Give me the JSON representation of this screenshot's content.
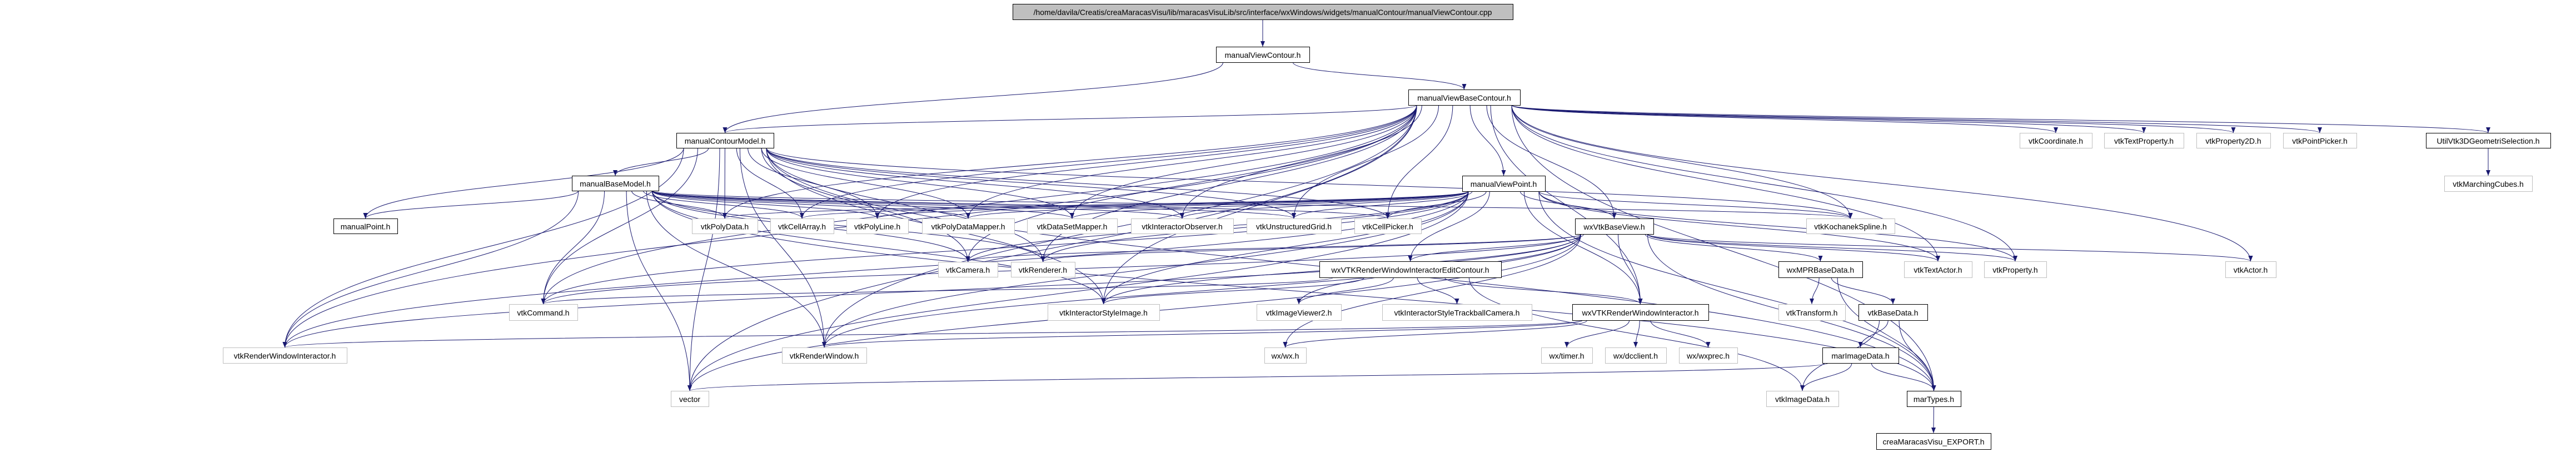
{
  "colors": {
    "edge": "#191970",
    "root_fill": "#bfbfbf",
    "external_border": "#bfbfbf",
    "documented_border": "#000000"
  },
  "nodes": [
    {
      "id": "root",
      "label": "/home/davila/Creatis/creaMaracasVisu/lib/maracasVisuLib/src/interface/wxWindows/widgets/manualContour/manualViewContour.cpp",
      "kind": "root"
    },
    {
      "id": "mvc",
      "label": "manualViewContour.h",
      "kind": "doc"
    },
    {
      "id": "mvbc",
      "label": "manualViewBaseContour.h",
      "kind": "doc"
    },
    {
      "id": "mcm",
      "label": "manualContourModel.h",
      "kind": "doc"
    },
    {
      "id": "mbm",
      "label": "manualBaseModel.h",
      "kind": "doc"
    },
    {
      "id": "mp",
      "label": "manualPoint.h",
      "kind": "doc"
    },
    {
      "id": "mvp",
      "label": "manualViewPoint.h",
      "kind": "doc"
    },
    {
      "id": "polydata",
      "label": "vtkPolyData.h",
      "kind": "ext"
    },
    {
      "id": "cellarray",
      "label": "vtkCellArray.h",
      "kind": "ext"
    },
    {
      "id": "polyline",
      "label": "vtkPolyLine.h",
      "kind": "ext"
    },
    {
      "id": "pdmapper",
      "label": "vtkPolyDataMapper.h",
      "kind": "ext"
    },
    {
      "id": "dsmapper",
      "label": "vtkDataSetMapper.h",
      "kind": "ext"
    },
    {
      "id": "intobs",
      "label": "vtkInteractorObserver.h",
      "kind": "ext"
    },
    {
      "id": "ugrid",
      "label": "vtkUnstructuredGrid.h",
      "kind": "ext"
    },
    {
      "id": "cellpicker",
      "label": "vtkCellPicker.h",
      "kind": "ext"
    },
    {
      "id": "wxvbv",
      "label": "wxVtkBaseView.h",
      "kind": "doc"
    },
    {
      "id": "kspline",
      "label": "vtkKochanekSpline.h",
      "kind": "ext"
    },
    {
      "id": "coord",
      "label": "vtkCoordinate.h",
      "kind": "ext"
    },
    {
      "id": "textprop",
      "label": "vtkTextProperty.h",
      "kind": "ext"
    },
    {
      "id": "prop2d",
      "label": "vtkProperty2D.h",
      "kind": "ext"
    },
    {
      "id": "pointpicker",
      "label": "vtkPointPicker.h",
      "kind": "ext"
    },
    {
      "id": "util",
      "label": "UtilVtk3DGeometriSelection.h",
      "kind": "doc"
    },
    {
      "id": "marching",
      "label": "vtkMarchingCubes.h",
      "kind": "ext"
    },
    {
      "id": "camera",
      "label": "vtkCamera.h",
      "kind": "ext"
    },
    {
      "id": "renderer",
      "label": "vtkRenderer.h",
      "kind": "ext"
    },
    {
      "id": "rwiedit",
      "label": "wxVTKRenderWindowInteractorEditContour.h",
      "kind": "doc"
    },
    {
      "id": "wxmpr",
      "label": "wxMPRBaseData.h",
      "kind": "doc"
    },
    {
      "id": "textactor",
      "label": "vtkTextActor.h",
      "kind": "ext"
    },
    {
      "id": "property",
      "label": "vtkProperty.h",
      "kind": "ext"
    },
    {
      "id": "actor",
      "label": "vtkActor.h",
      "kind": "ext"
    },
    {
      "id": "command",
      "label": "vtkCommand.h",
      "kind": "ext"
    },
    {
      "id": "istyleimage",
      "label": "vtkInteractorStyleImage.h",
      "kind": "ext"
    },
    {
      "id": "imageviewer2",
      "label": "vtkImageViewer2.h",
      "kind": "ext"
    },
    {
      "id": "trackball",
      "label": "vtkInteractorStyleTrackballCamera.h",
      "kind": "ext"
    },
    {
      "id": "wxrwi",
      "label": "wxVTKRenderWindowInteractor.h",
      "kind": "doc"
    },
    {
      "id": "transform",
      "label": "vtkTransform.h",
      "kind": "ext"
    },
    {
      "id": "basedata",
      "label": "vtkBaseData.h",
      "kind": "doc"
    },
    {
      "id": "vrwi",
      "label": "vtkRenderWindowInteractor.h",
      "kind": "ext"
    },
    {
      "id": "renderwindow",
      "label": "vtkRenderWindow.h",
      "kind": "ext"
    },
    {
      "id": "wxwx",
      "label": "wx/wx.h",
      "kind": "ext"
    },
    {
      "id": "wxtimer",
      "label": "wx/timer.h",
      "kind": "ext"
    },
    {
      "id": "dcclient",
      "label": "wx/dcclient.h",
      "kind": "ext"
    },
    {
      "id": "wxprec",
      "label": "wx/wxprec.h",
      "kind": "ext"
    },
    {
      "id": "marimage",
      "label": "marImageData.h",
      "kind": "doc"
    },
    {
      "id": "vector",
      "label": "vector",
      "kind": "ext"
    },
    {
      "id": "imagedata",
      "label": "vtkImageData.h",
      "kind": "ext"
    },
    {
      "id": "martypes",
      "label": "marTypes.h",
      "kind": "doc"
    },
    {
      "id": "export",
      "label": "creaMaracasVisu_EXPORT.h",
      "kind": "doc"
    }
  ],
  "edges": [
    [
      "root",
      "mvc"
    ],
    [
      "mvc",
      "mvbc"
    ],
    [
      "mvc",
      "mcm"
    ],
    [
      "mvbc",
      "mcm"
    ],
    [
      "mvbc",
      "mvp"
    ],
    [
      "mvbc",
      "wxvbv"
    ],
    [
      "mvbc",
      "polydata"
    ],
    [
      "mvbc",
      "cellarray"
    ],
    [
      "mvbc",
      "polyline"
    ],
    [
      "mvbc",
      "pdmapper"
    ],
    [
      "mvbc",
      "dsmapper"
    ],
    [
      "mvbc",
      "intobs"
    ],
    [
      "mvbc",
      "ugrid"
    ],
    [
      "mvbc",
      "cellpicker"
    ],
    [
      "mvbc",
      "kspline"
    ],
    [
      "mvbc",
      "coord"
    ],
    [
      "mvbc",
      "textprop"
    ],
    [
      "mvbc",
      "prop2d"
    ],
    [
      "mvbc",
      "pointpicker"
    ],
    [
      "mvbc",
      "util"
    ],
    [
      "mvbc",
      "textactor"
    ],
    [
      "mvbc",
      "property"
    ],
    [
      "mvbc",
      "actor"
    ],
    [
      "mvbc",
      "martypes"
    ],
    [
      "mvbc",
      "renderer"
    ],
    [
      "mvbc",
      "camera"
    ],
    [
      "mvbc",
      "renderwindow"
    ],
    [
      "mvbc",
      "vrwi"
    ],
    [
      "mvbc",
      "command"
    ],
    [
      "mvbc",
      "istyleimage"
    ],
    [
      "mvbc",
      "vector"
    ],
    [
      "mvbc",
      "wxrwi"
    ],
    [
      "mcm",
      "mbm"
    ],
    [
      "mcm",
      "mp"
    ],
    [
      "mcm",
      "polydata"
    ],
    [
      "mcm",
      "cellarray"
    ],
    [
      "mcm",
      "polyline"
    ],
    [
      "mcm",
      "pdmapper"
    ],
    [
      "mcm",
      "dsmapper"
    ],
    [
      "mcm",
      "intobs"
    ],
    [
      "mcm",
      "ugrid"
    ],
    [
      "mcm",
      "cellpicker"
    ],
    [
      "mcm",
      "kspline"
    ],
    [
      "mcm",
      "command"
    ],
    [
      "mcm",
      "vrwi"
    ],
    [
      "mcm",
      "renderwindow"
    ],
    [
      "mcm",
      "vector"
    ],
    [
      "mcm",
      "istyleimage"
    ],
    [
      "mcm",
      "camera"
    ],
    [
      "mcm",
      "renderer"
    ],
    [
      "mcm",
      "martypes"
    ],
    [
      "mbm",
      "mp"
    ],
    [
      "mbm",
      "polydata"
    ],
    [
      "mbm",
      "cellarray"
    ],
    [
      "mbm",
      "polyline"
    ],
    [
      "mbm",
      "pdmapper"
    ],
    [
      "mbm",
      "dsmapper"
    ],
    [
      "mbm",
      "intobs"
    ],
    [
      "mbm",
      "ugrid"
    ],
    [
      "mbm",
      "cellpicker"
    ],
    [
      "mbm",
      "kspline"
    ],
    [
      "mbm",
      "command"
    ],
    [
      "mbm",
      "vrwi"
    ],
    [
      "mbm",
      "renderwindow"
    ],
    [
      "mbm",
      "vector"
    ],
    [
      "mbm",
      "camera"
    ],
    [
      "mbm",
      "renderer"
    ],
    [
      "mbm",
      "istyleimage"
    ],
    [
      "mbm",
      "martypes"
    ],
    [
      "mvp",
      "wxvbv"
    ],
    [
      "mvp",
      "polydata"
    ],
    [
      "mvp",
      "cellarray"
    ],
    [
      "mvp",
      "polyline"
    ],
    [
      "mvp",
      "pdmapper"
    ],
    [
      "mvp",
      "dsmapper"
    ],
    [
      "mvp",
      "intobs"
    ],
    [
      "mvp",
      "ugrid"
    ],
    [
      "mvp",
      "cellpicker"
    ],
    [
      "mvp",
      "kspline"
    ],
    [
      "mvp",
      "camera"
    ],
    [
      "mvp",
      "renderer"
    ],
    [
      "mvp",
      "istyleimage"
    ],
    [
      "mvp",
      "renderwindow"
    ],
    [
      "mvp",
      "vrwi"
    ],
    [
      "mvp",
      "command"
    ],
    [
      "mvp",
      "vector"
    ],
    [
      "mvp",
      "textactor"
    ],
    [
      "mvp",
      "property"
    ],
    [
      "mvp",
      "martypes"
    ],
    [
      "mvp",
      "wxrwi"
    ],
    [
      "mvp",
      "rwiedit"
    ],
    [
      "wxvbv",
      "rwiedit"
    ],
    [
      "wxvbv",
      "wxrwi"
    ],
    [
      "wxvbv",
      "wxmpr"
    ],
    [
      "wxvbv",
      "textactor"
    ],
    [
      "wxvbv",
      "property"
    ],
    [
      "wxvbv",
      "camera"
    ],
    [
      "wxvbv",
      "renderer"
    ],
    [
      "wxvbv",
      "istyleimage"
    ],
    [
      "wxvbv",
      "imageviewer2"
    ],
    [
      "wxvbv",
      "renderwindow"
    ],
    [
      "wxvbv",
      "vrwi"
    ],
    [
      "wxvbv",
      "command"
    ],
    [
      "wxvbv",
      "wxwx"
    ],
    [
      "wxvbv",
      "martypes"
    ],
    [
      "wxvbv",
      "actor"
    ],
    [
      "wxvbv",
      "vector"
    ],
    [
      "rwiedit",
      "imageviewer2"
    ],
    [
      "rwiedit",
      "trackball"
    ],
    [
      "rwiedit",
      "wxrwi"
    ],
    [
      "rwiedit",
      "istyleimage"
    ],
    [
      "rwiedit",
      "imagedata"
    ],
    [
      "rwiedit",
      "command"
    ],
    [
      "wxrwi",
      "wxtimer"
    ],
    [
      "wxrwi",
      "dcclient"
    ],
    [
      "wxrwi",
      "wxprec"
    ],
    [
      "wxrwi",
      "wxwx"
    ],
    [
      "wxrwi",
      "vrwi"
    ],
    [
      "wxrwi",
      "renderwindow"
    ],
    [
      "wxmpr",
      "transform"
    ],
    [
      "wxmpr",
      "basedata"
    ],
    [
      "wxmpr",
      "martypes"
    ],
    [
      "basedata",
      "marimage"
    ],
    [
      "basedata",
      "imagedata"
    ],
    [
      "basedata",
      "martypes"
    ],
    [
      "marimage",
      "imagedata"
    ],
    [
      "marimage",
      "martypes"
    ],
    [
      "marimage",
      "vector"
    ],
    [
      "martypes",
      "export"
    ],
    [
      "util",
      "marching"
    ]
  ]
}
